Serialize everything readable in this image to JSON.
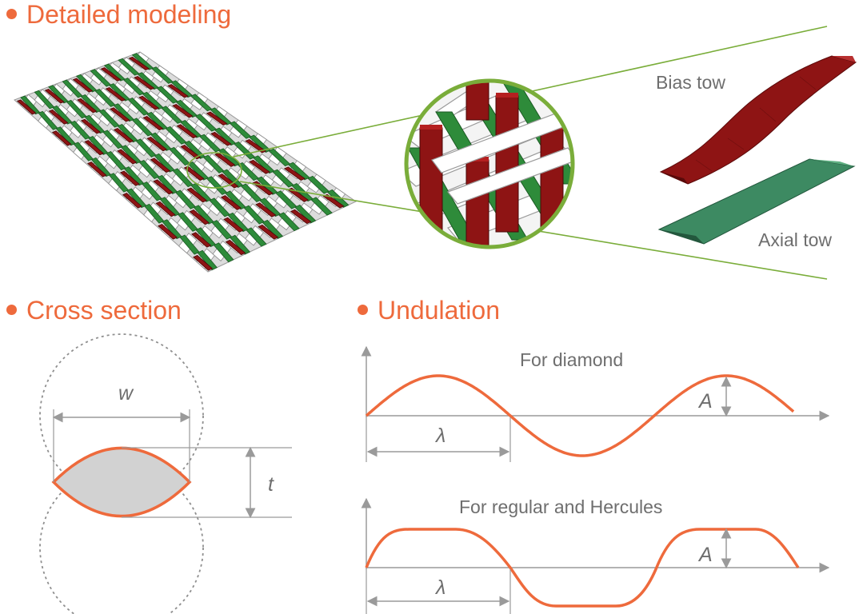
{
  "sections": {
    "detailed_modeling": "Detailed modeling",
    "cross_section": "Cross section",
    "undulation": "Undulation"
  },
  "tows": {
    "bias": "Bias tow",
    "axial": "Axial tow"
  },
  "cross_section": {
    "width_symbol": "w",
    "thickness_symbol": "t"
  },
  "undulation": {
    "diamond_caption": "For diamond",
    "regular_caption": "For regular and Hercules",
    "amplitude_symbol": "A",
    "wavelength_symbol": "λ"
  },
  "colors": {
    "accent": "#ee6a3c",
    "bias_tow": "#8e1414",
    "axial_tow": "#2e7d3a",
    "zoom_lines": "#7aad3a",
    "arrows": "#9a9a9a",
    "text": "#6e6e6e"
  }
}
